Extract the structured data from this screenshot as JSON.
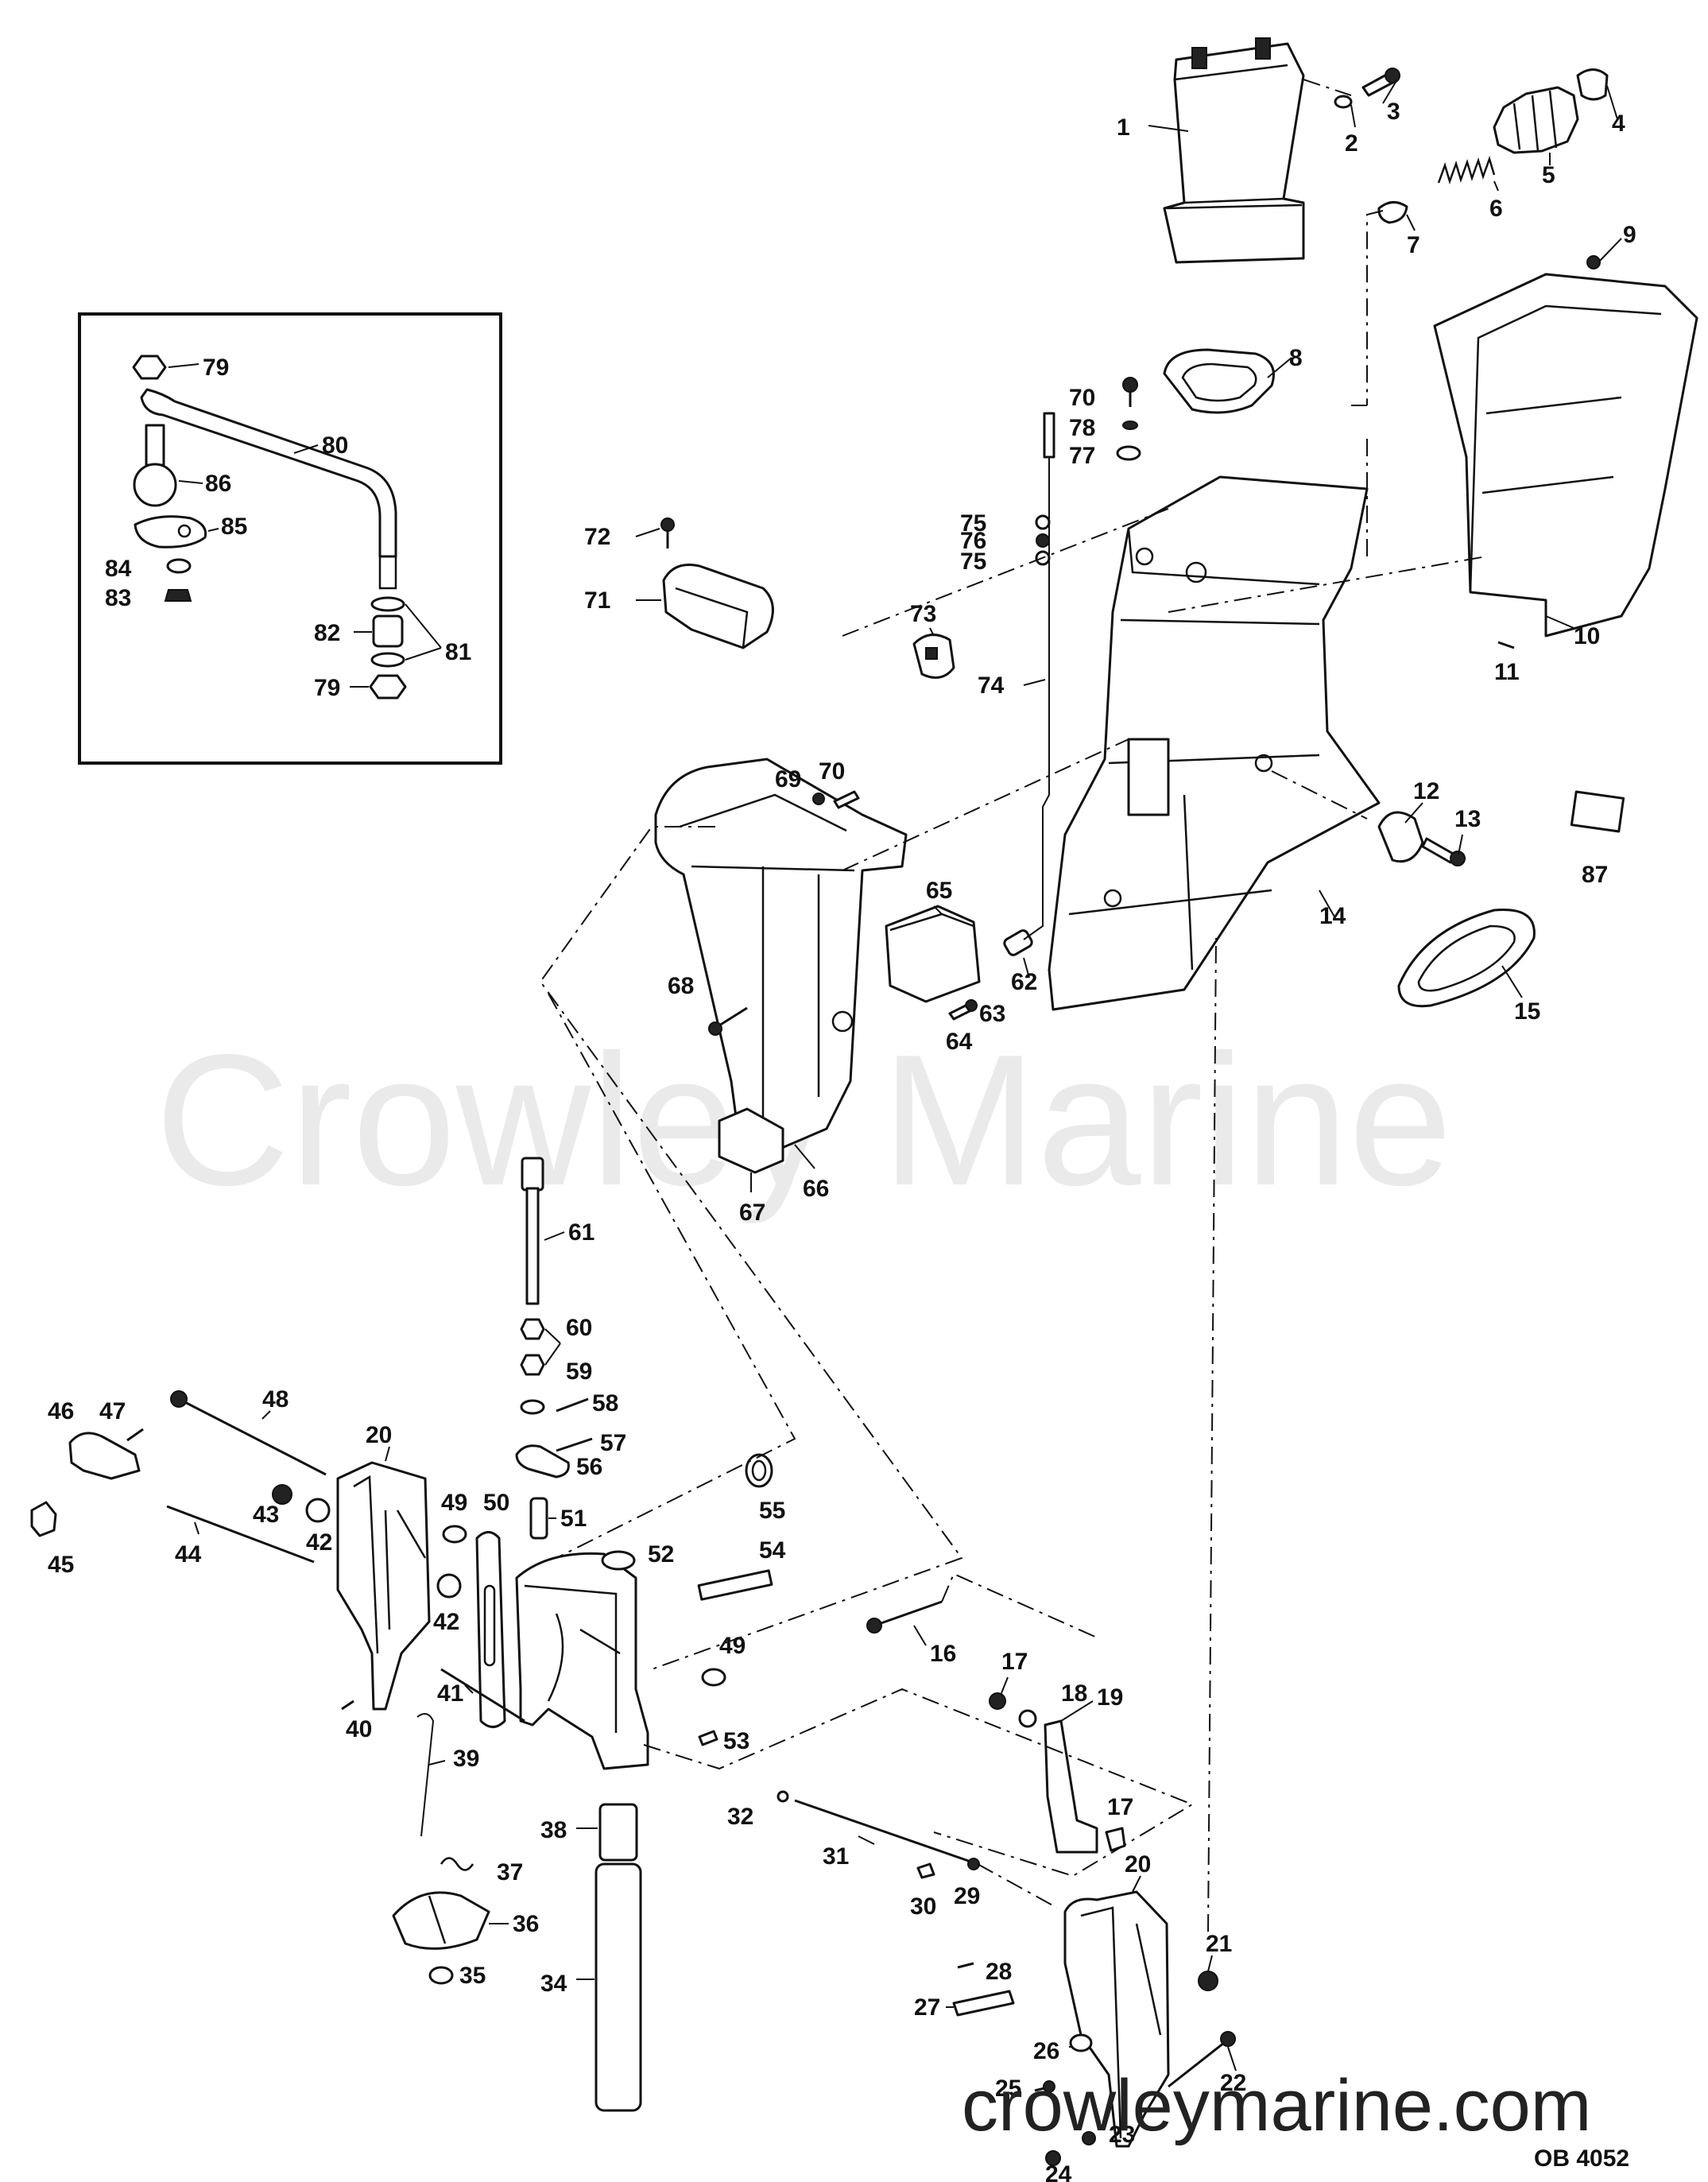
{
  "watermark": "Crowley Marine",
  "website": "crowleymarine.com",
  "diagram_code": "OB 4052",
  "callouts": [
    {
      "n": "1"
    },
    {
      "n": "2"
    },
    {
      "n": "3"
    },
    {
      "n": "4"
    },
    {
      "n": "5"
    },
    {
      "n": "6"
    },
    {
      "n": "7"
    },
    {
      "n": "8"
    },
    {
      "n": "9"
    },
    {
      "n": "10"
    },
    {
      "n": "11"
    },
    {
      "n": "12"
    },
    {
      "n": "13"
    },
    {
      "n": "14"
    },
    {
      "n": "15"
    },
    {
      "n": "16"
    },
    {
      "n": "17"
    },
    {
      "n": "18"
    },
    {
      "n": "19"
    },
    {
      "n": "20"
    },
    {
      "n": "21"
    },
    {
      "n": "22"
    },
    {
      "n": "23"
    },
    {
      "n": "24"
    },
    {
      "n": "25"
    },
    {
      "n": "26"
    },
    {
      "n": "27"
    },
    {
      "n": "28"
    },
    {
      "n": "29"
    },
    {
      "n": "30"
    },
    {
      "n": "31"
    },
    {
      "n": "32"
    },
    {
      "n": "34"
    },
    {
      "n": "35"
    },
    {
      "n": "36"
    },
    {
      "n": "37"
    },
    {
      "n": "38"
    },
    {
      "n": "39"
    },
    {
      "n": "40"
    },
    {
      "n": "41"
    },
    {
      "n": "42"
    },
    {
      "n": "43"
    },
    {
      "n": "44"
    },
    {
      "n": "45"
    },
    {
      "n": "46"
    },
    {
      "n": "47"
    },
    {
      "n": "48"
    },
    {
      "n": "49"
    },
    {
      "n": "50"
    },
    {
      "n": "51"
    },
    {
      "n": "52"
    },
    {
      "n": "53"
    },
    {
      "n": "54"
    },
    {
      "n": "55"
    },
    {
      "n": "56"
    },
    {
      "n": "57"
    },
    {
      "n": "58"
    },
    {
      "n": "59"
    },
    {
      "n": "60"
    },
    {
      "n": "61"
    },
    {
      "n": "62"
    },
    {
      "n": "63"
    },
    {
      "n": "64"
    },
    {
      "n": "65"
    },
    {
      "n": "66"
    },
    {
      "n": "67"
    },
    {
      "n": "68"
    },
    {
      "n": "69"
    },
    {
      "n": "70"
    },
    {
      "n": "71"
    },
    {
      "n": "72"
    },
    {
      "n": "73"
    },
    {
      "n": "74"
    },
    {
      "n": "75"
    },
    {
      "n": "76"
    },
    {
      "n": "77"
    },
    {
      "n": "78"
    },
    {
      "n": "79"
    },
    {
      "n": "80"
    },
    {
      "n": "81"
    },
    {
      "n": "82"
    },
    {
      "n": "83"
    },
    {
      "n": "84"
    },
    {
      "n": "85"
    },
    {
      "n": "86"
    },
    {
      "n": "87"
    }
  ]
}
